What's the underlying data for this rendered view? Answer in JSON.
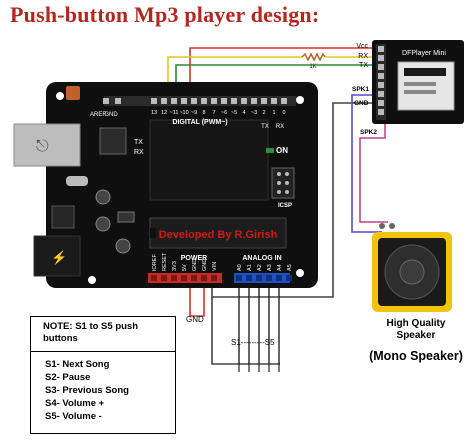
{
  "title": "Push-button Mp3 player design:",
  "board": {
    "aref": "AREF",
    "gnd": "GND",
    "digital_pins": [
      "13",
      "12",
      "~11",
      "~10",
      "~9",
      "8",
      "7",
      "~6",
      "~5",
      "4",
      "~3",
      "2",
      "1",
      "0"
    ],
    "digital_label": "DIGITAL (PWM~)",
    "tx_label": "TX",
    "rx_label": "RX",
    "board_tx": "TX",
    "board_rx": "RX",
    "on_label": "ON",
    "icsp_label": "ICSP",
    "developer_credit": "Developed By R.Girish",
    "power_pins": [
      "IOREF",
      "RESET",
      "3V3",
      "5V",
      "GND",
      "GND",
      "VIN"
    ],
    "power_label": "POWER",
    "analog_label": "ANALOG IN",
    "analog_pins": [
      "A0",
      "A1",
      "A2",
      "A3",
      "A4",
      "A5"
    ]
  },
  "dfplayer": {
    "name": "DFPlayer Mini",
    "vcc": "Vcc",
    "rx": "RX",
    "tx": "TX",
    "spk1": "SPK1",
    "gnd": "GND",
    "spk2": "SPK2"
  },
  "resistor_label": "1K",
  "gnd_wire_label": "GND",
  "buttons_label": "S1---------S5",
  "note": {
    "title": "NOTE: S1 to S5 push buttons",
    "items": [
      "S1- Next Song",
      "S2- Pause",
      "S3- Previous Song",
      "S4- Volume +",
      "S5- Volume -"
    ]
  },
  "speaker_caption": "High Quality Speaker",
  "mono_caption": "(Mono Speaker)",
  "colors": {
    "title": "#b3271f",
    "board": "#0f0f0f",
    "wire_5v": "#d4322c",
    "wire_rx": "#e6c61d",
    "wire_tx": "#2a8a2a",
    "wire_gnd": "#444444",
    "wire_spk1": "#5a49c4",
    "wire_spk2": "#c2428f",
    "speaker_frame": "#f3c20b",
    "credit": "#d11a1a"
  }
}
